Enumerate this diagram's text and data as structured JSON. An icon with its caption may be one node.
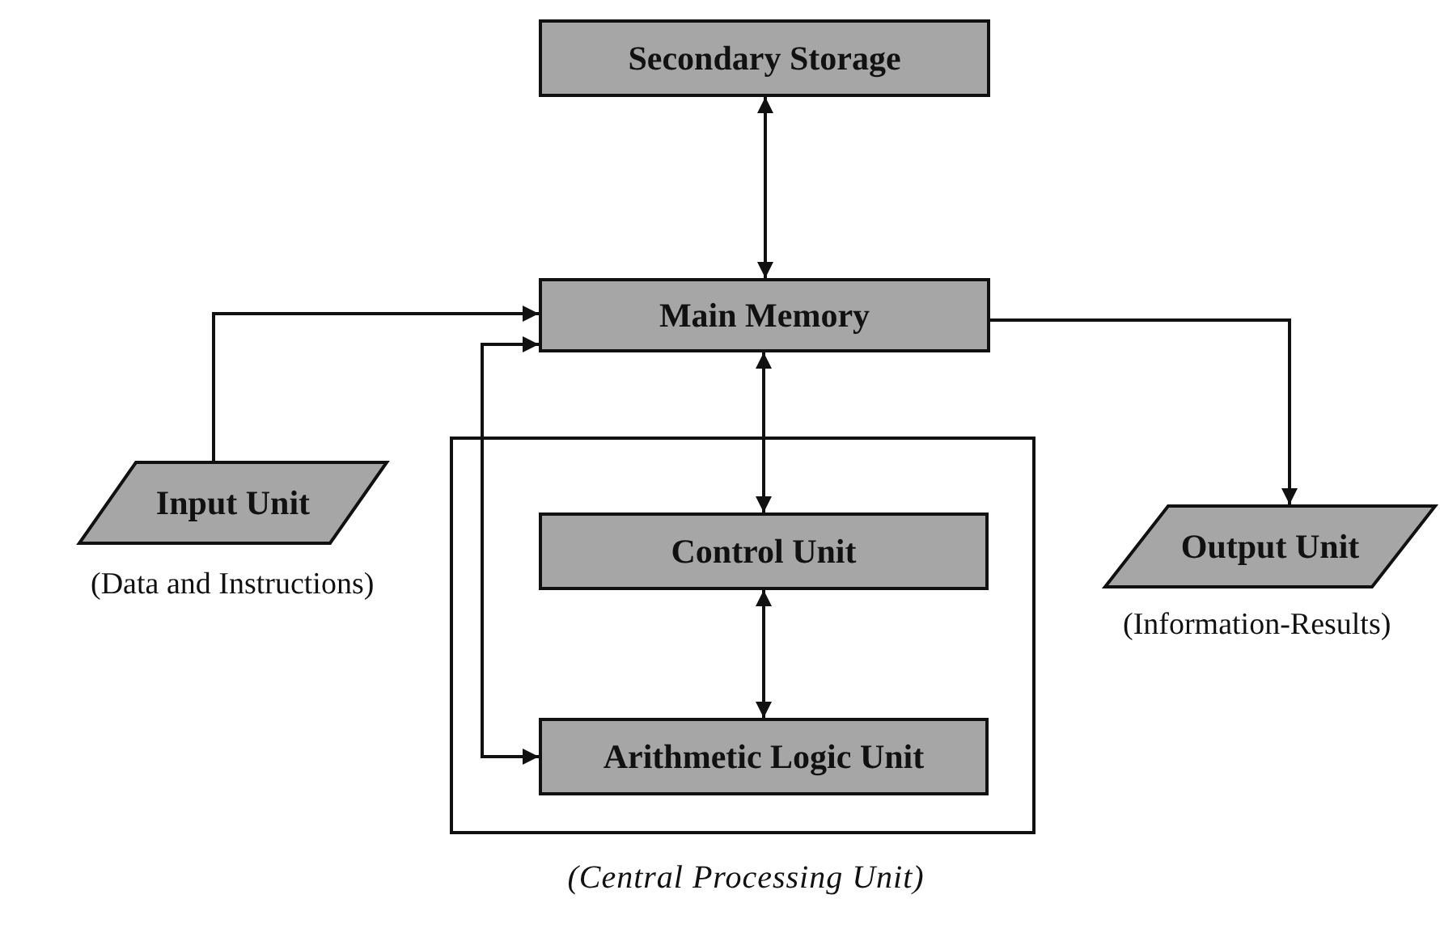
{
  "diagram": {
    "nodes": [
      {
        "text": [
          "Secondary Storage"
        ]
      },
      {
        "text": [
          "Main Memory"
        ]
      },
      {
        "text": [
          "(Central Processing Unit)"
        ]
      },
      {
        "text": [
          "Control Unit"
        ],
        "in": 2
      },
      {
        "text": [
          "Arithmetic Logic Unit"
        ],
        "in": 2
      },
      {
        "text": [
          "Input Unit"
        ],
        "beside": [
          "(Data and Instructions)"
        ]
      },
      {
        "text": [
          "Output Unit"
        ],
        "beside": [
          "(Information-Results)"
        ]
      }
    ],
    "edges": [
      {
        "from": 0,
        "to": 1,
        "arrow": "both"
      },
      {
        "from": 1,
        "to": 3,
        "arrow": "both"
      },
      {
        "from": 3,
        "to": 4,
        "arrow": "both"
      },
      {
        "from": 5,
        "to": 1,
        "arrow": "to"
      },
      {
        "from": 4,
        "to": 1,
        "arrow": "both"
      },
      {
        "from": 1,
        "to": 6,
        "arrow": "to"
      }
    ]
  }
}
